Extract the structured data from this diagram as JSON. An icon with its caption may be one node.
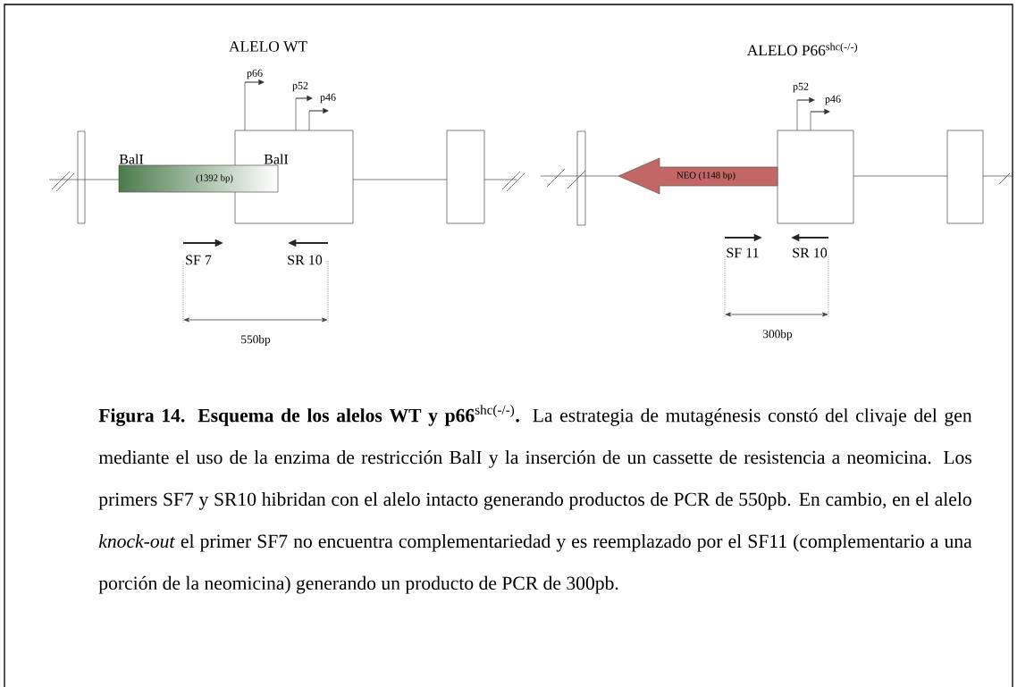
{
  "diagram": {
    "caption": "**Figura 14. Esquema de los alelos WT y p66**$^{shc(-/-)}$**.** La estrategia de mutagénesis constó del clivaje del gen mediante el uso de la enzima de restricción BalI y la inserción de un cassette de resistencia a neomicina. Los primers SF7 y SR10 hibridan con el alelo intacto generando productos de PCR de 550pb. En cambio, en el alelo *knock-out* el primer SF7 no encuentra complementariedad y es reemplazado por el SF11 (complementario a una porción de la neomicina) generando un producto de PCR de 300pb.",
    "nodes": [
      {
        "text": [
          "(1392 bp)"
        ]
      },
      {
        "text": [
          "NEO (1148 bp)"
        ]
      }
    ],
    "labels": [
      "ALELO WT",
      "p66",
      "p52",
      "p46",
      "BalI",
      "BalI",
      "SF 7",
      "SR 10",
      "550bp",
      "ALELO P66$^{shc(-/-)}$",
      "p52",
      "p46",
      "SF 11",
      "SR 10",
      "300bp"
    ]
  }
}
